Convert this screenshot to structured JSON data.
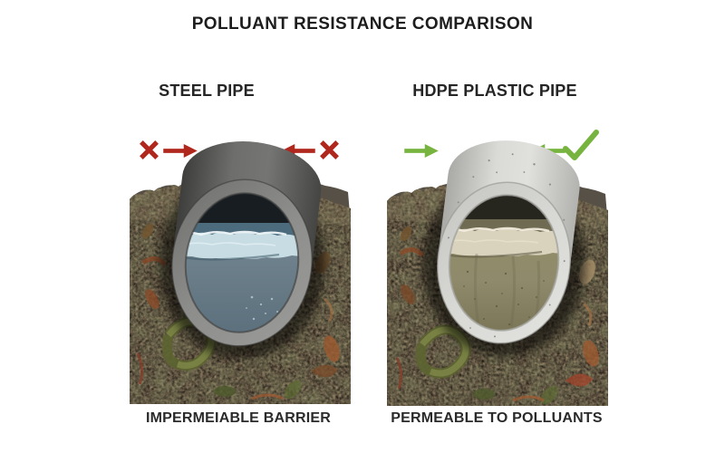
{
  "title": "POLLUANT RESISTANCE COMPARISON",
  "colors": {
    "negative_red": "#b0271d",
    "positive_green": "#77b43f",
    "steel_pipe_gray": "#5f5f5d",
    "hdpe_pipe_gray": "#cfcfcc",
    "clean_water_blue": "#7b8c95",
    "polluted_water_olive": "#8f8a6b",
    "soil_dark": "#17120c"
  },
  "panels": [
    {
      "id": "steel",
      "heading": "STEEL PIPE",
      "caption": "IMPERMEIABLE BARRIER",
      "indicators": [
        "x-icon",
        "arrow-right-icon",
        "arrow-left-icon",
        "x-icon"
      ]
    },
    {
      "id": "hdpe",
      "heading": "HDPE PLASTIC PIPE",
      "caption": "PERMEABLE TO POLLUANTS",
      "indicators": [
        "arrow-right-icon",
        "arrow-left-icon",
        "check-icon"
      ]
    }
  ]
}
